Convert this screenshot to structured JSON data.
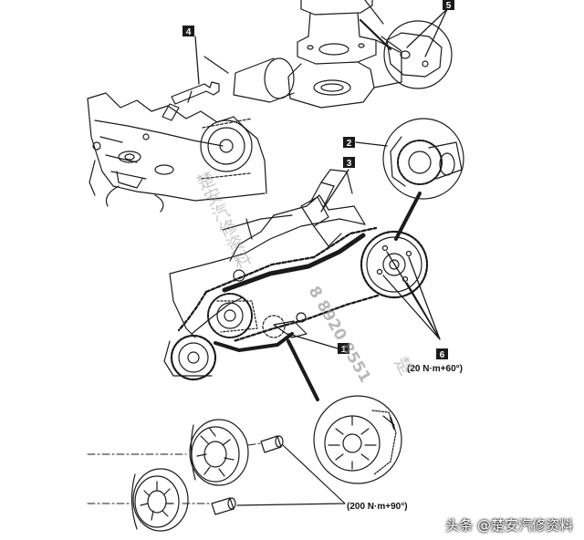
{
  "callouts": [
    {
      "id": "1",
      "label": "1"
    },
    {
      "id": "2",
      "label": "2"
    },
    {
      "id": "3",
      "label": "3"
    },
    {
      "id": "4",
      "label": "4"
    },
    {
      "id": "5",
      "label": "5"
    },
    {
      "id": "6",
      "label": "6"
    }
  ],
  "torque_specs": {
    "camshaft_bolts": "(20 N·m+60°)",
    "crankshaft_pulley": "(200 N·m+90°)"
  },
  "watermark": {
    "vertical_text": "楚安汽修资料",
    "phone_text": "8 8920 8551",
    "phone_tail": "楚"
  },
  "credit": "头条 @楚安汽修资料"
}
